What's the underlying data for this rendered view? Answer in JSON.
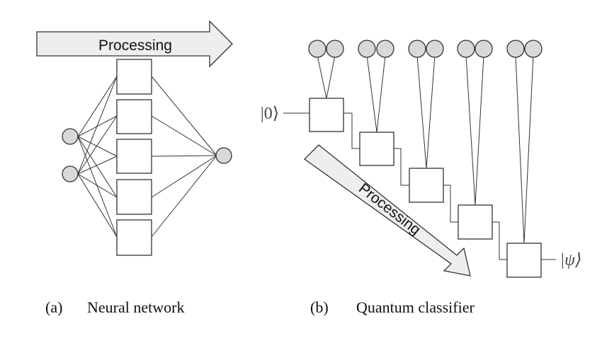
{
  "panel_a": {
    "arrow_label": "Processing",
    "caption_letter": "(a)",
    "caption_text": "Neural network"
  },
  "panel_b": {
    "arrow_label": "Processing",
    "input_ket": "|0⟩",
    "output_ket": "|ψ⟩",
    "caption_letter": "(b)",
    "caption_text": "Quantum classifier"
  },
  "colors": {
    "stroke": "#333333",
    "node_fill": "#d9d9d9",
    "arrow_fill": "#eeeeee"
  }
}
